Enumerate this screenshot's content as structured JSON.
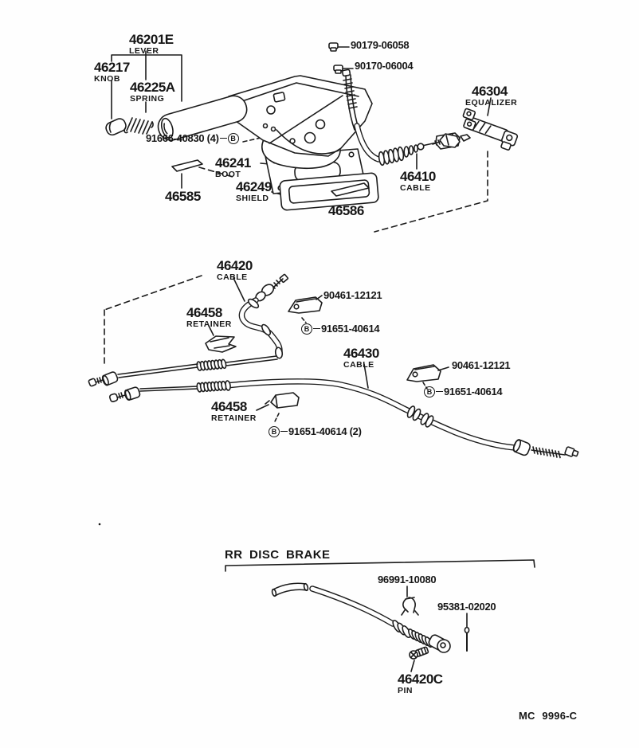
{
  "doc": {
    "sheet_code": "MC  9996-C",
    "section_heading": "RR  DISC  BRAKE",
    "marker": "B"
  },
  "labels": {
    "lever": {
      "num": "46201E",
      "name": "LEVER"
    },
    "knob": {
      "num": "46217",
      "name": "KNOB"
    },
    "spring": {
      "num": "46225A",
      "name": "SPRING"
    },
    "bolt_a": {
      "num": "90179-06058"
    },
    "bolt_b": {
      "num": "90170-06004"
    },
    "equalizer": {
      "num": "46304",
      "name": "EQUALIZER"
    },
    "screw_set": {
      "num": "91666-40830 (4)"
    },
    "boot": {
      "num": "46241",
      "name": "BOOT"
    },
    "plate_left": {
      "num": "46585"
    },
    "shield": {
      "num": "46249",
      "name": "SHIELD"
    },
    "plate_right": {
      "num": "46586"
    },
    "cable_front": {
      "num": "46410",
      "name": "CABLE"
    },
    "cable_no1": {
      "num": "46420",
      "name": "CABLE"
    },
    "retainer_upper": {
      "num": "46458",
      "name": "RETAINER"
    },
    "clamp_upper": {
      "num": "90461-12121"
    },
    "washer_upper": {
      "num": "91651-40614"
    },
    "cable_no2": {
      "num": "46430",
      "name": "CABLE"
    },
    "clamp_lower": {
      "num": "90461-12121"
    },
    "washer_lower": {
      "num": "91651-40614"
    },
    "retainer_lower": {
      "num": "46458",
      "name": "RETAINER"
    },
    "washer_pair": {
      "num": "91651-40614 (2)"
    },
    "clip": {
      "num": "96991-10080"
    },
    "pin_long": {
      "num": "95381-02020"
    },
    "pin_bolt": {
      "num": "46420C",
      "name": "PIN"
    }
  }
}
